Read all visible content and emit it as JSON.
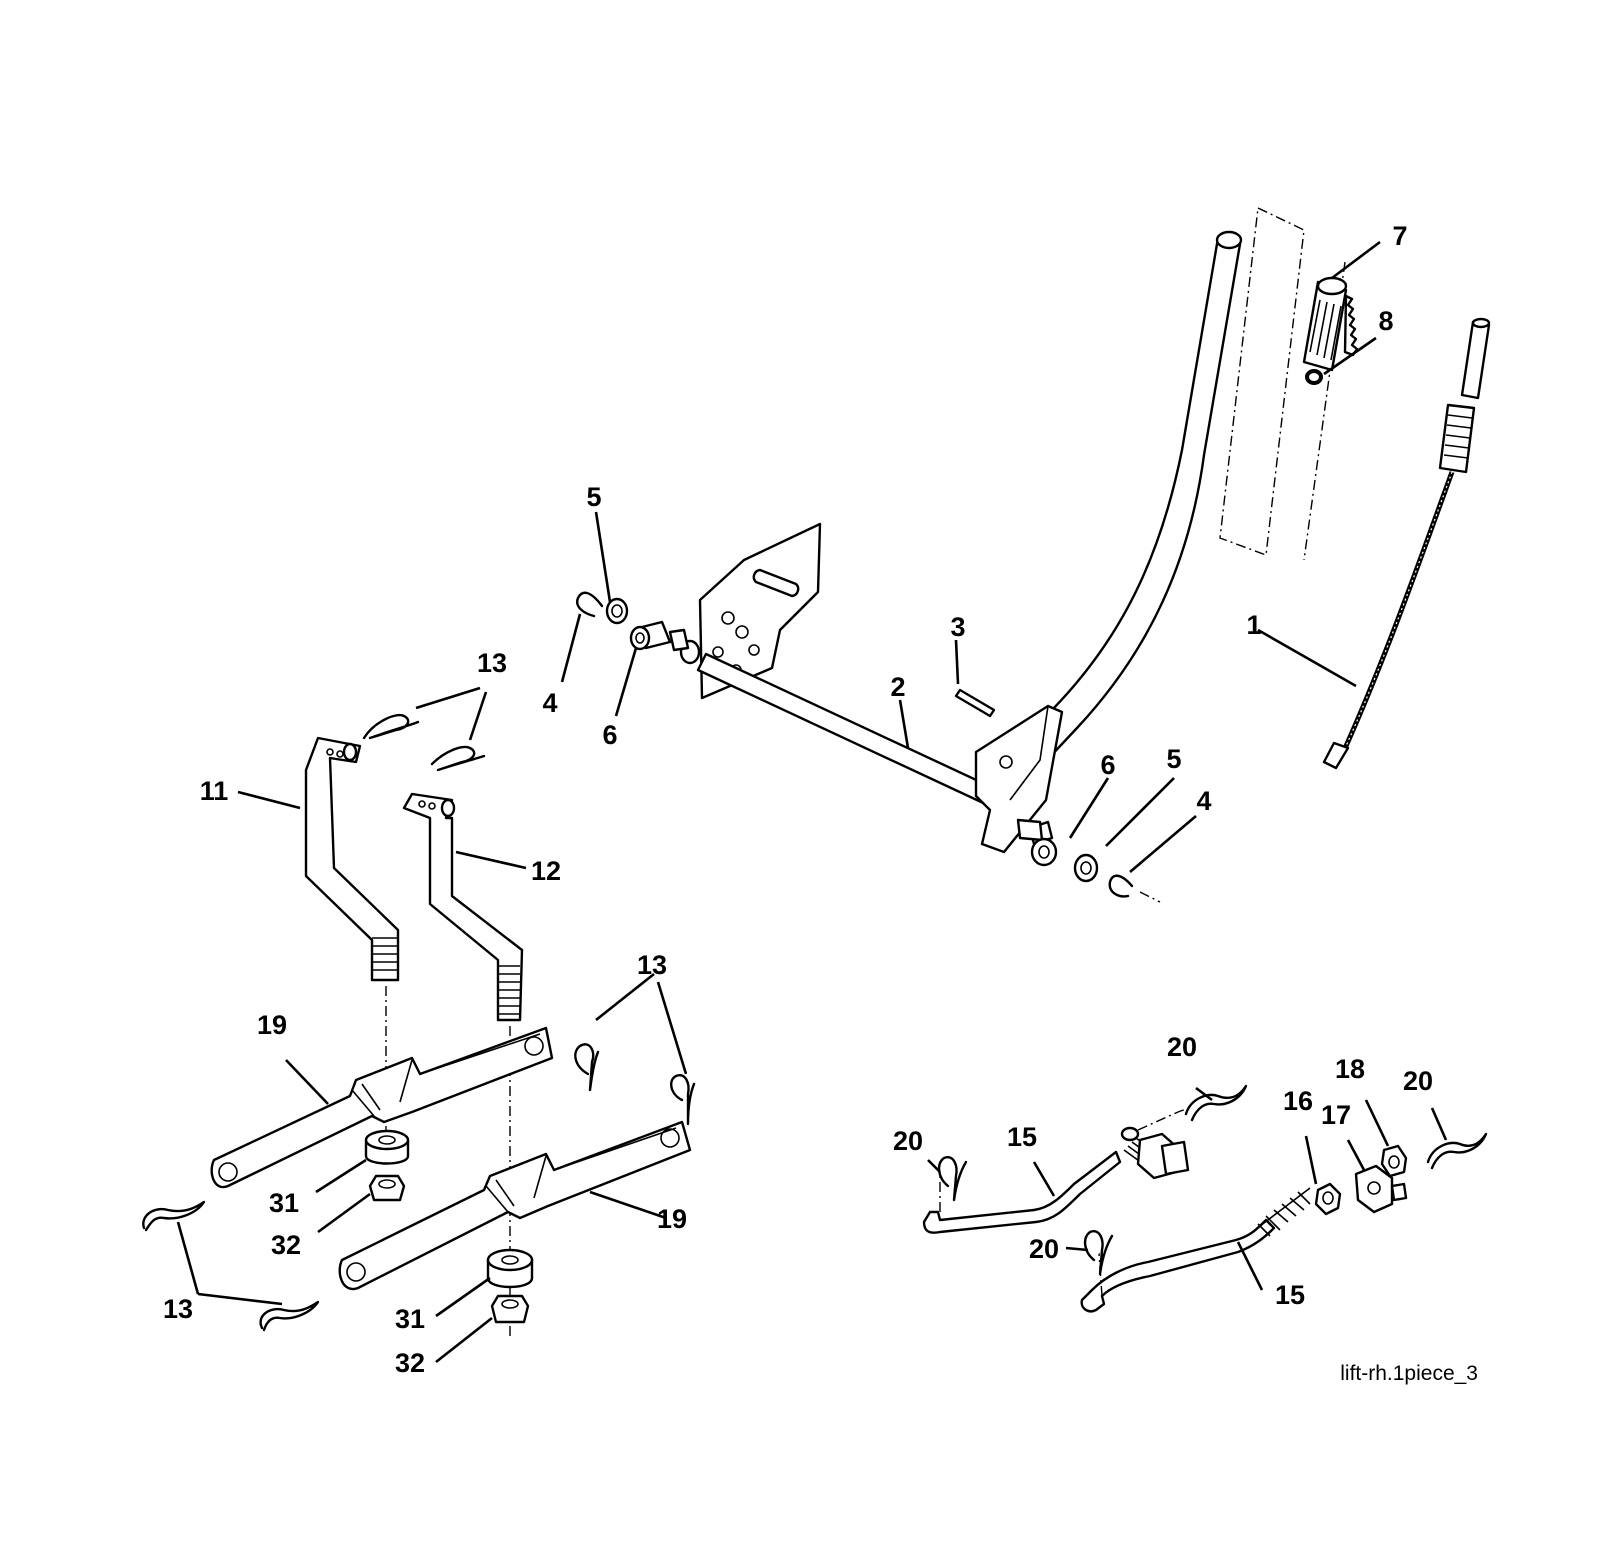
{
  "figure_id": "lift-rh.1piece_3",
  "callouts": {
    "c1": "1",
    "c2": "2",
    "c3": "3",
    "c4a": "4",
    "c4b": "4",
    "c5a": "5",
    "c5b": "5",
    "c6a": "6",
    "c6b": "6",
    "c7": "7",
    "c8": "8",
    "c11": "11",
    "c12": "12",
    "c13a": "13",
    "c13b": "13",
    "c13c": "13",
    "c15a": "15",
    "c15b": "15",
    "c16": "16",
    "c17": "17",
    "c18": "18",
    "c19a": "19",
    "c19b": "19",
    "c20a": "20",
    "c20b": "20",
    "c20c": "20",
    "c20d": "20",
    "c31a": "31",
    "c31b": "31",
    "c32a": "32",
    "c32b": "32"
  },
  "colors": {
    "line": "#000000",
    "background": "#ffffff"
  }
}
